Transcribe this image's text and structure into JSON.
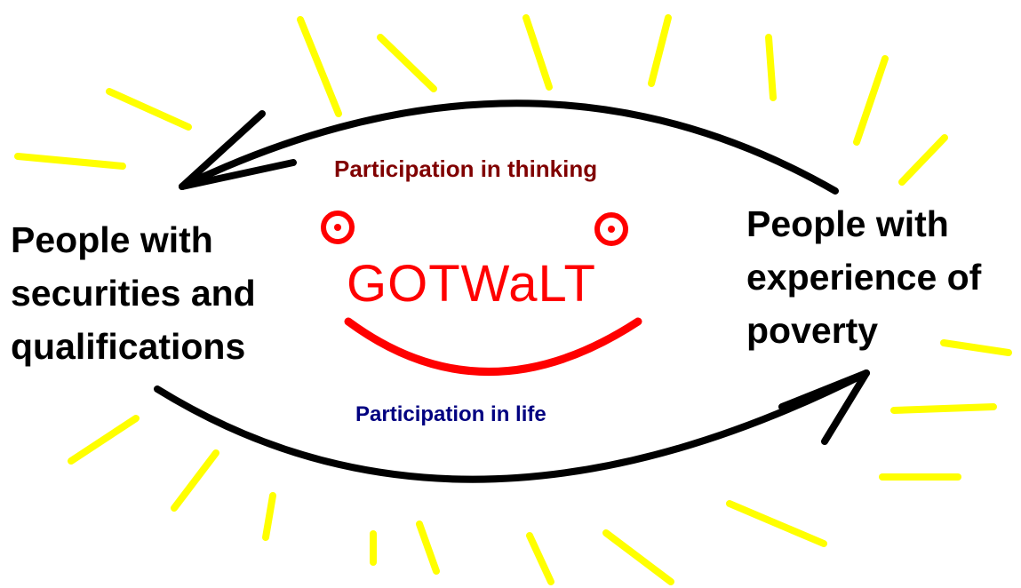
{
  "diagram": {
    "left_node": "People with securities and qualifications",
    "right_node": "People with experience of poverty",
    "top_arrow_label": "Participation in thinking",
    "bottom_arrow_label": "Participation in life",
    "center_title": "GOTWaLT"
  },
  "colors": {
    "rays": "#ffff00",
    "arrows": "#000000",
    "face": "#ff0000",
    "top_label": "#800000",
    "bottom_label": "#000080",
    "node_text": "#000000"
  }
}
